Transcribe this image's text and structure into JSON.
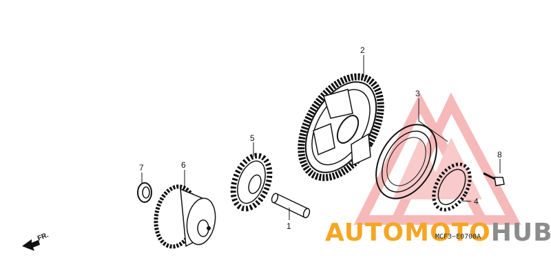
{
  "diagram": {
    "callouts": [
      {
        "id": "part-1",
        "label": "1"
      },
      {
        "id": "part-2",
        "label": "2"
      },
      {
        "id": "part-3",
        "label": "3"
      },
      {
        "id": "part-4",
        "label": "4"
      },
      {
        "id": "part-5",
        "label": "5"
      },
      {
        "id": "part-6",
        "label": "6"
      },
      {
        "id": "part-7",
        "label": "7"
      },
      {
        "id": "part-8",
        "label": "8"
      }
    ],
    "front_label": "FR.",
    "drawing_code": "MCF3−E0700A"
  },
  "watermark": {
    "part1": "AUTOMOTO",
    "part2": "HUB",
    "color_orange": "#f5a623",
    "color_red": "#e8423f",
    "color_gray": "#8c8c8c"
  },
  "icons": {
    "front_arrow": "left-arrow-icon",
    "logo": "triangle-logo-icon"
  }
}
